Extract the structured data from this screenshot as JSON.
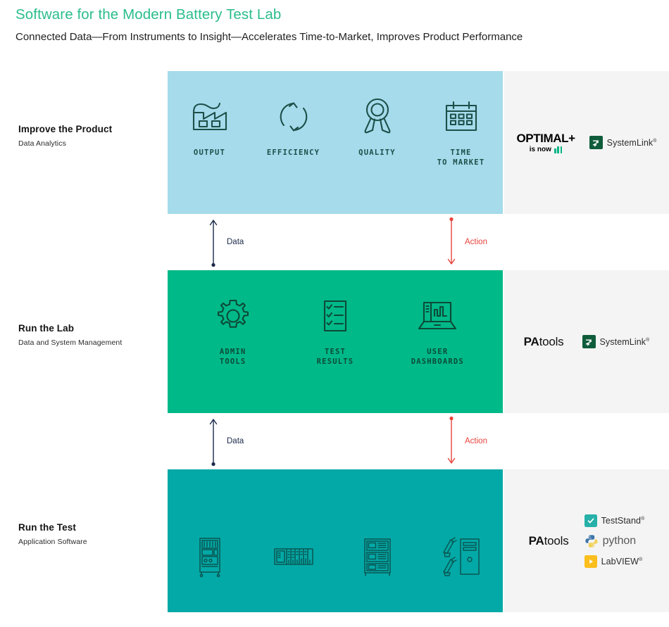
{
  "header": {
    "title": "Software for the Modern Battery Test Lab",
    "subtitle": "Connected Data—From Instruments to Insight—Accelerates Time-to-Market, Improves Product Performance",
    "title_color": "#2bbd8c"
  },
  "connectors": [
    {
      "data_label": "Data",
      "action_label": "Action",
      "data_color": "#1b2a4a",
      "action_color": "#e8433c"
    },
    {
      "data_label": "Data",
      "action_label": "Action",
      "data_color": "#1b2a4a",
      "action_color": "#e8433c"
    }
  ],
  "rows": [
    {
      "title": "Improve the Product",
      "subtitle": "Data Analytics",
      "panel_color": "#a5dbeb",
      "icon_color": "#1d4f49",
      "cells": [
        {
          "icon": "factory-icon",
          "caption": "OUTPUT"
        },
        {
          "icon": "refresh-cycle-icon",
          "caption": "EFFICIENCY"
        },
        {
          "icon": "award-ribbon-icon",
          "caption": "QUALITY"
        },
        {
          "icon": "calendar-icon",
          "caption": "TIME\nTO MARKET"
        }
      ],
      "logos": [
        {
          "type": "optimal-plus",
          "text": "OPTIMAL+",
          "tagline": "is now",
          "mark": "ni-logo"
        },
        {
          "type": "systemlink",
          "text": "SystemLink",
          "trademark": "®",
          "mark_color": "#0f5c3b"
        }
      ]
    },
    {
      "title": "Run the Lab",
      "subtitle": "Data and System Management",
      "panel_color": "#00b988",
      "icon_color": "#0d4a38",
      "cells": [
        {
          "icon": "gear-icon",
          "caption": "ADMIN\nTOOLS"
        },
        {
          "icon": "checklist-icon",
          "caption": "TEST\nRESULTS"
        },
        {
          "icon": "laptop-chart-icon",
          "caption": "USER\nDASHBOARDS"
        }
      ],
      "logos": [
        {
          "type": "patools",
          "bold": "PA",
          "light": "tools"
        },
        {
          "type": "systemlink",
          "text": "SystemLink",
          "trademark": "®",
          "mark_color": "#0f5c3b"
        }
      ]
    },
    {
      "title": "Run the Test",
      "subtitle": "Application Software",
      "panel_color": "#03a9a6",
      "icon_color": "#0b5754",
      "cells": [
        {
          "icon": "test-cart-icon",
          "caption": ""
        },
        {
          "icon": "pxi-chassis-icon",
          "caption": ""
        },
        {
          "icon": "instrument-rack-icon",
          "caption": ""
        },
        {
          "icon": "robot-arm-tower-icon",
          "caption": ""
        }
      ],
      "logos": [
        {
          "type": "patools",
          "bold": "PA",
          "light": "tools"
        },
        {
          "type": "teststand",
          "text": "TestStand",
          "trademark": "®",
          "mark_color": "#26b0a8",
          "mark": "check-icon"
        },
        {
          "type": "python",
          "text": "python",
          "mark": "python-icon",
          "mark_colors": [
            "#3c74a8",
            "#f2d25c"
          ]
        },
        {
          "type": "labview",
          "text": "LabVIEW",
          "trademark": "®",
          "mark_color": "#fbbe1c",
          "mark": "play-icon"
        }
      ]
    }
  ]
}
